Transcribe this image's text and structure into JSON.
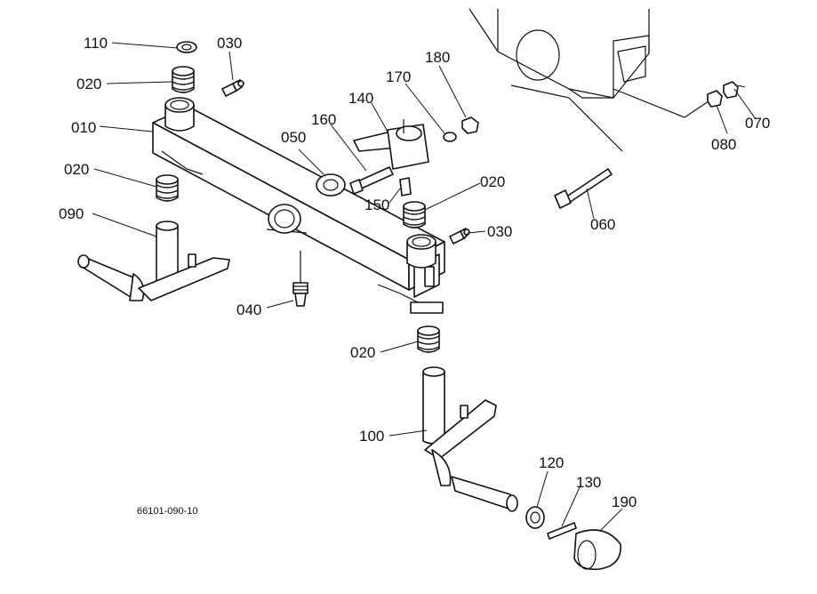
{
  "diagram": {
    "drawing_code": "66101-090-10",
    "callouts": {
      "c010": "010",
      "c020a": "020",
      "c020b": "020",
      "c020c": "020",
      "c020d": "020",
      "c030a": "030",
      "c030b": "030",
      "c040": "040",
      "c050": "050",
      "c060": "060",
      "c070": "070",
      "c080": "080",
      "c090": "090",
      "c100": "100",
      "c110": "110",
      "c120": "120",
      "c130": "130",
      "c140": "140",
      "c150": "150",
      "c160": "160",
      "c170": "170",
      "c180": "180",
      "c190": "190"
    }
  }
}
